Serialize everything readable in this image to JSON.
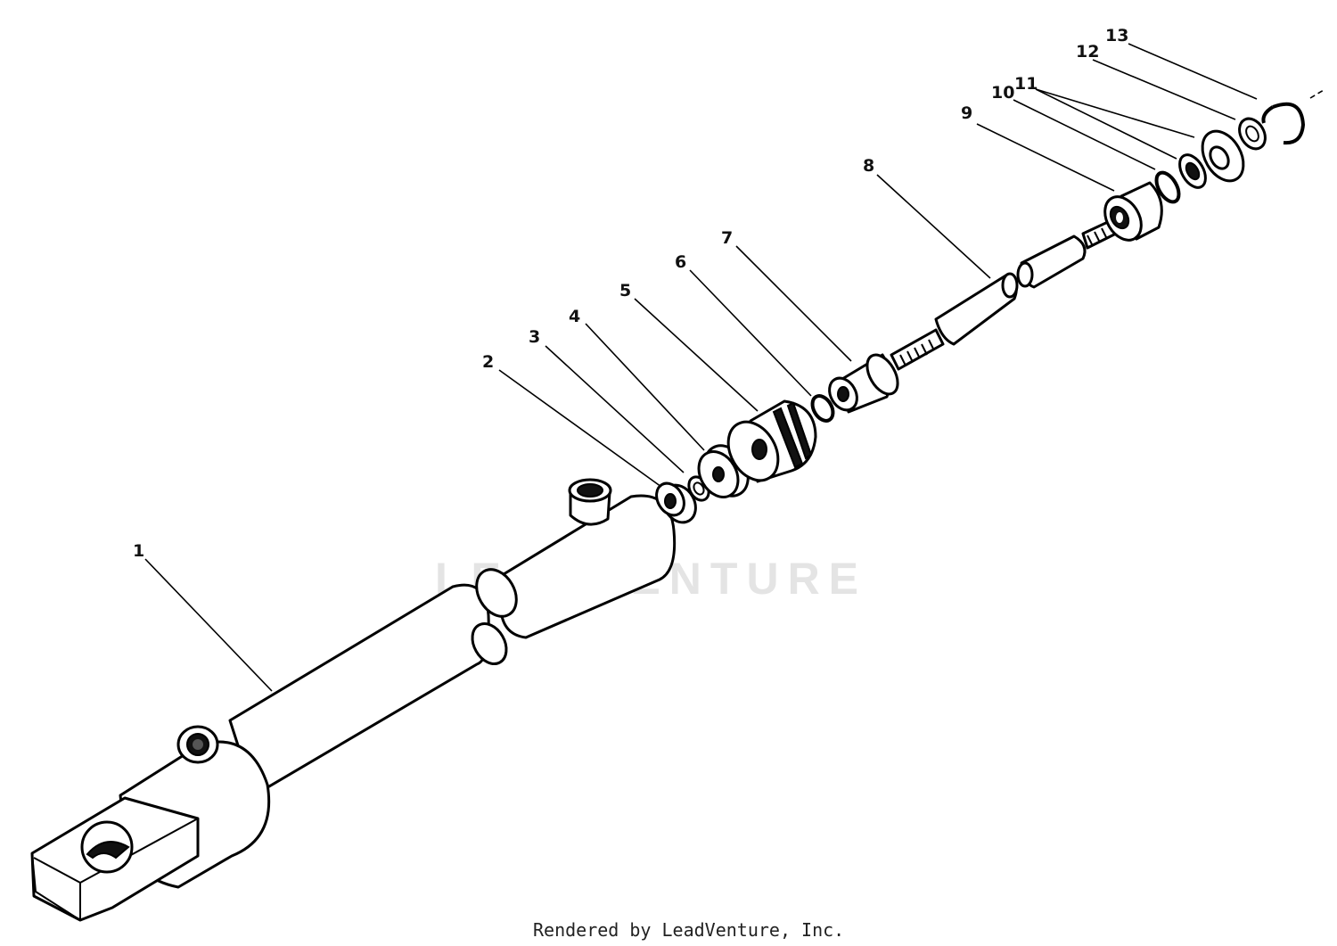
{
  "watermark": "LEADVENTURE",
  "credit": "Rendered by LeadVenture, Inc.",
  "callouts": [
    "1",
    "2",
    "3",
    "4",
    "5",
    "6",
    "7",
    "8",
    "9",
    "10",
    "11",
    "12",
    "13"
  ]
}
